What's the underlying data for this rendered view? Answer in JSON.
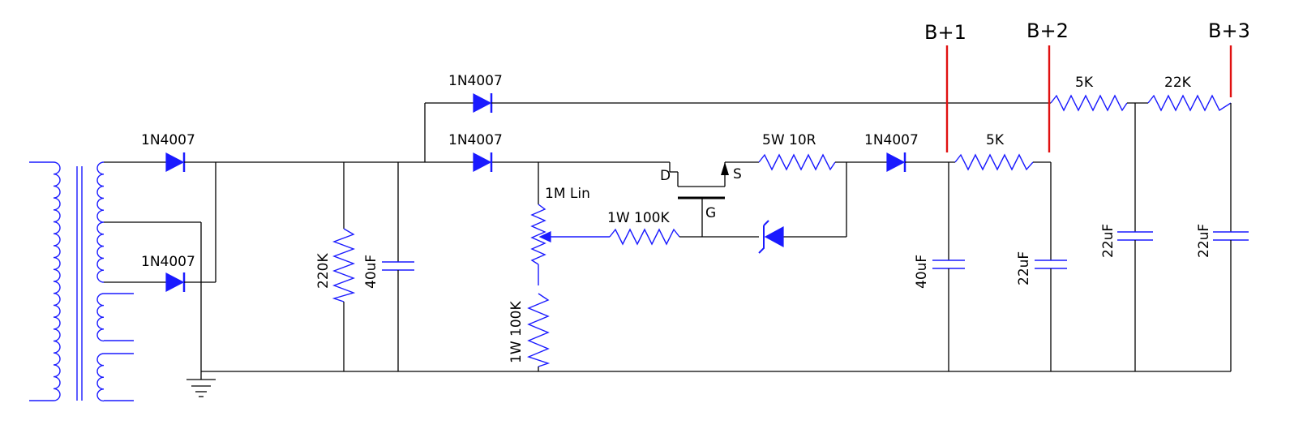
{
  "rails": {
    "b1": "B+1",
    "b2": "B+2",
    "b3": "B+3"
  },
  "diodes": {
    "d_top": "1N4007",
    "d_rect1": "1N4007",
    "d_rect2": "1N4007",
    "d_mid": "1N4007",
    "d_out": "1N4007"
  },
  "resistors": {
    "r_bleed": "220K",
    "r_sense": "5W 10R",
    "r_gate": "1W 100K",
    "r_divider": "1W 100K",
    "r_b1b2": "5K",
    "r_b2top": "5K",
    "r_b3": "22K"
  },
  "pot": "1M Lin",
  "mosfet": {
    "drain": "D",
    "source": "S",
    "gate": "G"
  },
  "capacitors": {
    "c_in": "40uF",
    "c_b1": "40uF",
    "c_b2": "22uF",
    "c_top1": "22uF",
    "c_top2": "22uF"
  },
  "colors": {
    "wire": "#000000",
    "component": "#1a1aff",
    "rail_marker": "#e01010"
  }
}
